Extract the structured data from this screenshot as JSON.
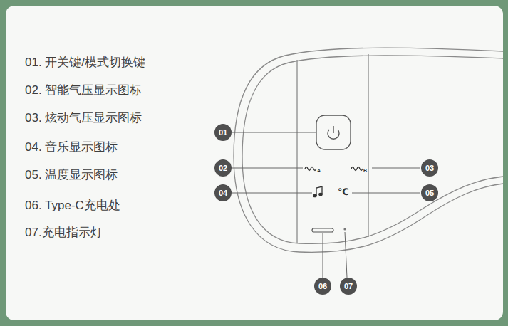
{
  "diagram": {
    "nodes": [
      {
        "text": [
          "01"
        ]
      },
      {
        "text": [
          "02"
        ]
      },
      {
        "text": [
          "03"
        ]
      },
      {
        "text": [
          "04"
        ]
      },
      {
        "text": [
          "05"
        ]
      },
      {
        "text": [
          "06"
        ]
      },
      {
        "text": [
          "07"
        ]
      }
    ],
    "labels": [
      "01. 开关键/模式切换键",
      "02. 智能气压显示图标",
      "03. 炫动气压显示图标",
      "04. 音乐显示图标",
      "05. 温度显示图标",
      "06. Type-C充电处",
      "07.充电指示灯",
      "A",
      "B",
      "℃"
    ]
  }
}
